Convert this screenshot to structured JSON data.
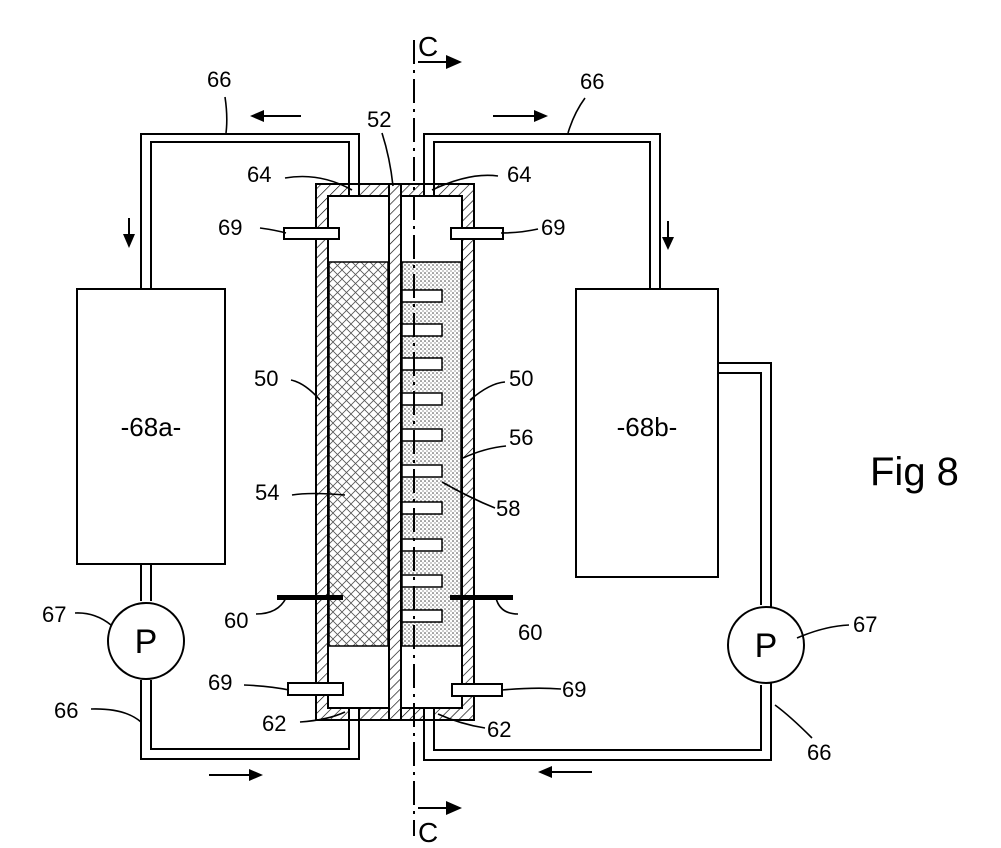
{
  "figure": {
    "caption": "Fig 8",
    "section_marker": "C",
    "tanks": {
      "left": "-68a-",
      "right": "-68b-"
    },
    "pump_symbol": "P",
    "labels": {
      "pipe": "66",
      "pump": "67",
      "heater": "69",
      "outer_wall": "50",
      "membrane": "52",
      "left_chamber": "54",
      "right_chamber": "56",
      "fins": "58",
      "bracket": "60",
      "bottom_port": "62",
      "top_port": "64"
    }
  }
}
